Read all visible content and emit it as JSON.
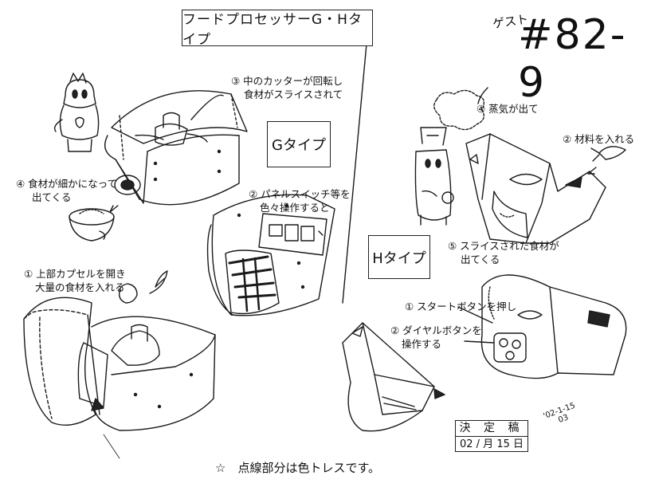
{
  "title": "フードプロセッサーG・Hタイプ",
  "guest_label": "ゲスト",
  "episode_number": "#82-9",
  "g_type_label": "Gタイプ",
  "h_type_label": "Hタイプ",
  "notes": {
    "g1_line1": "① 上部カプセルを開き",
    "g1_line2": "大量の食材を入れる",
    "g2_line1": "② パネルスイッチ等を",
    "g2_line2": "色々操作すると",
    "g3_line1": "③ 中のカッターが回転し",
    "g3_line2": "食材がスライスされて",
    "g4_line1": "④ 食材が細かになって",
    "g4_line2": "出てくる",
    "h1": "① スタートボタンを押し",
    "h2_line1": "② ダイヤルボタンを",
    "h2_line2": "操作する",
    "h3": "② 材料を入れる",
    "h4": "④ 蒸気が出て",
    "h5_line1": "⑤ スライスされた食材が",
    "h5_line2": "出てくる"
  },
  "stamp": {
    "label": "決 定 稿",
    "date": "02 / 月 15 日"
  },
  "signature": {
    "line1": "'02-1-15",
    "line2": "03"
  },
  "footer_note": "☆　点線部分は色トレスです。"
}
